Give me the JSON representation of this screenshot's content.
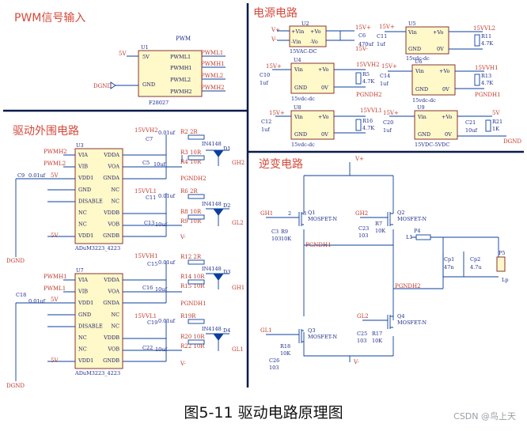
{
  "sections": {
    "pwm": "PWM信号输入",
    "power": "电源电路",
    "driver": "驱动外围电路",
    "inverter": "逆变电路"
  },
  "caption": "图5-11  驱动电路原理图",
  "credit": "CSDN @鸟上天",
  "pwm_block": {
    "title": "PWM",
    "ref": "U1",
    "part": "F28027",
    "pins_left": [
      "5V",
      "GND"
    ],
    "pins_right": [
      "PWML1",
      "PWMH1",
      "PWML2",
      "PWMH2"
    ],
    "nets_right": [
      "PWML1",
      "PWMH1",
      "PWML2",
      "PWMH2"
    ],
    "net_5v": "5V",
    "net_gnd": "DGND"
  },
  "power_blocks": [
    {
      "ref": "U2",
      "in1": "+Vo",
      "in2": "-Vo",
      "l1": "+Vin",
      "l2": "-Vin",
      "part": "15VAC-DC",
      "out": "15V+",
      "outs": "15V-",
      "cap": "C6",
      "capv": "470uf",
      "c": "C11",
      "cv": "1uf",
      "u": "U5",
      "r": "R11",
      "rv": "4.7K",
      "net": "15VVL2",
      "vin": "Vin",
      "vo": "+Vo",
      "gnd": "GND",
      "ov": "0V",
      "upart": "15vdc-dc"
    },
    {
      "ref": "U4",
      "part": "15vdc-dc",
      "net": "15VVH2",
      "r": "R5",
      "rv": "4.7K",
      "c": "C10",
      "cv": "1uf",
      "net2": "PGNDH2"
    },
    {
      "ref": "U6",
      "part": "15vdc-dc",
      "net": "15VVH1",
      "r": "R13",
      "rv": "4.7K",
      "c": "C14",
      "cv": "1uf",
      "net2": "PGNDH1"
    },
    {
      "ref": "U8",
      "part": "15vdc-dc",
      "net": "15VVL1",
      "r": "R16",
      "rv": "4.7K",
      "c": "C12",
      "cv": "1uf"
    },
    {
      "ref": "U9",
      "part": "15VDC-5VDC",
      "net": "5V",
      "r": "R21",
      "rv": "1K",
      "c": "C20",
      "cv": "1uf",
      "c2": "C21",
      "c2v": "10uf",
      "net2": "DGND"
    }
  ],
  "power_labels": {
    "v_plus": "V+",
    "v_minus": "V-",
    "i15": "15V+",
    "i15m": "15V-"
  },
  "driver_top": {
    "ref": "U3",
    "part": "ADuM3223_4223",
    "left_pins": [
      "VIA",
      "VIB",
      "VDD1",
      "GND",
      "DISABLE",
      "NC",
      "NC",
      "VDD1"
    ],
    "right_pins": [
      "VDDA",
      "VOA",
      "GNDA",
      "NC",
      "NC",
      "VDDB",
      "VOB",
      "GNDB"
    ],
    "in_nets": [
      "PWMH2",
      "PWML2"
    ],
    "c_top": "C7",
    "c_top_v": "0.01uf",
    "r_top": "R2 2R",
    "r3": "R3 10R",
    "r4": "R4 10R",
    "d1": "IN4148",
    "d1ref": "D1",
    "c5": "C5",
    "c5v": "10uf",
    "out1": "GH2",
    "pgnd": "PGNDH2",
    "vvh": "15VVH2",
    "vvl": "15VVL1",
    "c11": "C11",
    "c11v": "0.01uf",
    "r6": "R6 2R",
    "r8": "R8 10R",
    "r9": "R9 10R",
    "d2": "IN4148",
    "d2ref": "D2",
    "c13": "C13",
    "c13v": "10uf",
    "out2": "GL2",
    "vm": "V-",
    "c9": "C9",
    "c9v": "0.01uf",
    "v5": "5V"
  },
  "driver_bot": {
    "ref": "U7",
    "part": "ADuM3223_4223",
    "left_pins": [
      "VIA",
      "VIB",
      "VDD1",
      "GND",
      "DISABLE",
      "NC",
      "NC",
      "VDD1"
    ],
    "right_pins": [
      "VDDA",
      "VOA",
      "GNDA",
      "NC",
      "NC",
      "VDDB",
      "VOB",
      "GNDB"
    ],
    "in_nets": [
      "PWMH1",
      "PWML1"
    ],
    "vvh": "15VVH1",
    "c15": "C15",
    "c15v": "0.01uf",
    "r12": "R12 2R",
    "r14": "R14 10R",
    "r15": "R15 10R",
    "d3": "IN4148",
    "d3ref": "D3",
    "c16": "C16",
    "c16v": "10uf",
    "out1": "GH1",
    "pgnd": "PGNDH1",
    "vvl": "15VVL1",
    "c19": "C19",
    "c19v": "0.01uf",
    "r19": "R19R",
    "r20": "R20 10R",
    "r22": "R22 10R",
    "d4": "IN4148",
    "d4ref": "D4",
    "c22": "C22",
    "c22v": "10uf",
    "out2": "GL1",
    "vm": "V-",
    "c18": "C18",
    "c18v": "0.01uf",
    "v5": "5V"
  },
  "inverter": {
    "vplus": "V+",
    "vminus": "V-",
    "q1": "Q1",
    "q2": "Q2",
    "q3": "Q3",
    "q4": "Q4",
    "mos": "MOSFET-N",
    "gh1": "GH1",
    "gh2": "GH2",
    "gl1": "GL1",
    "gl2": "GL2",
    "c3": "C3",
    "c3v": "103",
    "r9": "R9",
    "r9v": "10K",
    "c23": "C23",
    "c23v": "103",
    "r7": "R7",
    "r7v": "10K",
    "c25": "C25",
    "c25v": "103",
    "r17": "R17",
    "r17v": "10K",
    "c26": "C26",
    "c26v": "103",
    "r18": "R18",
    "r18v": "10K",
    "pgndh1": "PGNDH1",
    "pgndh2": "PGNDH2",
    "l1": "L1",
    "p4": "P4",
    "cp1": "Cp1",
    "cp1v": "47n",
    "cp2": "Cp2",
    "cp2v": "4.7u",
    "p5": "P5",
    "lp": "Lp",
    "n1": "1",
    "n2": "2",
    "n3": "3"
  }
}
